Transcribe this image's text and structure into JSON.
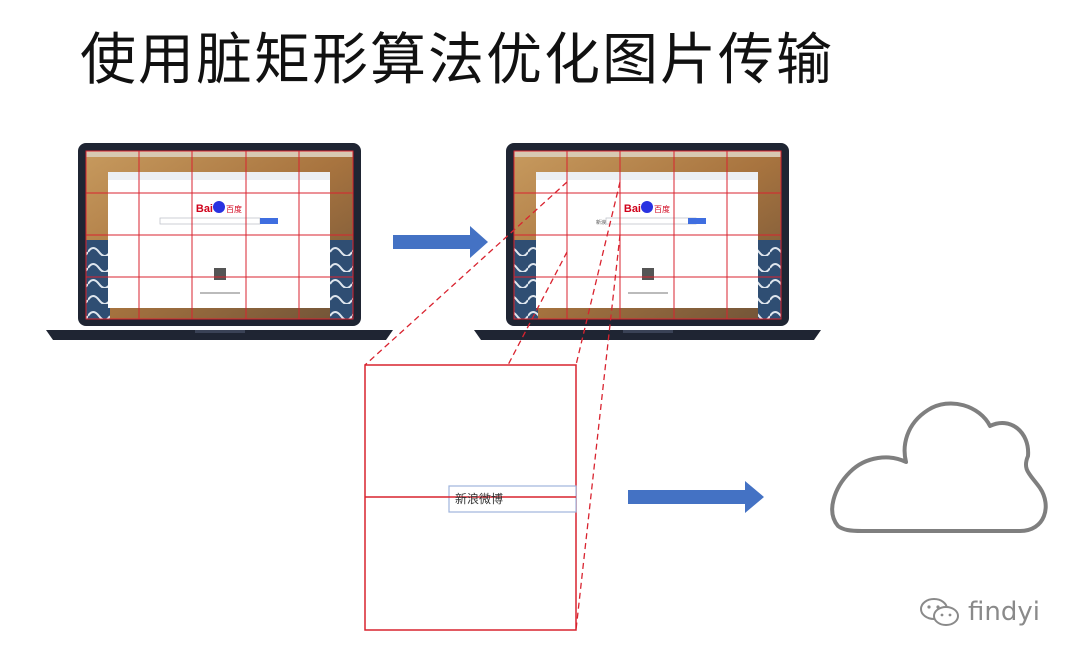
{
  "slide": {
    "title": "使用脏矩形算法优化图片传输"
  },
  "laptop_left": {
    "logo_text": "Bai",
    "logo_suffix": "百度"
  },
  "laptop_right": {
    "logo_text": "Bai",
    "logo_suffix": "百度",
    "dirty_text": "新浪微博"
  },
  "zoom_box": {
    "text": "新浪微博"
  },
  "watermark": {
    "text": "findyi"
  },
  "colors": {
    "grid_red": "#d9232f",
    "arrow_blue": "#4472c4",
    "cloud_gray": "#7f7f7f",
    "laptop_dark": "#1f2533"
  }
}
